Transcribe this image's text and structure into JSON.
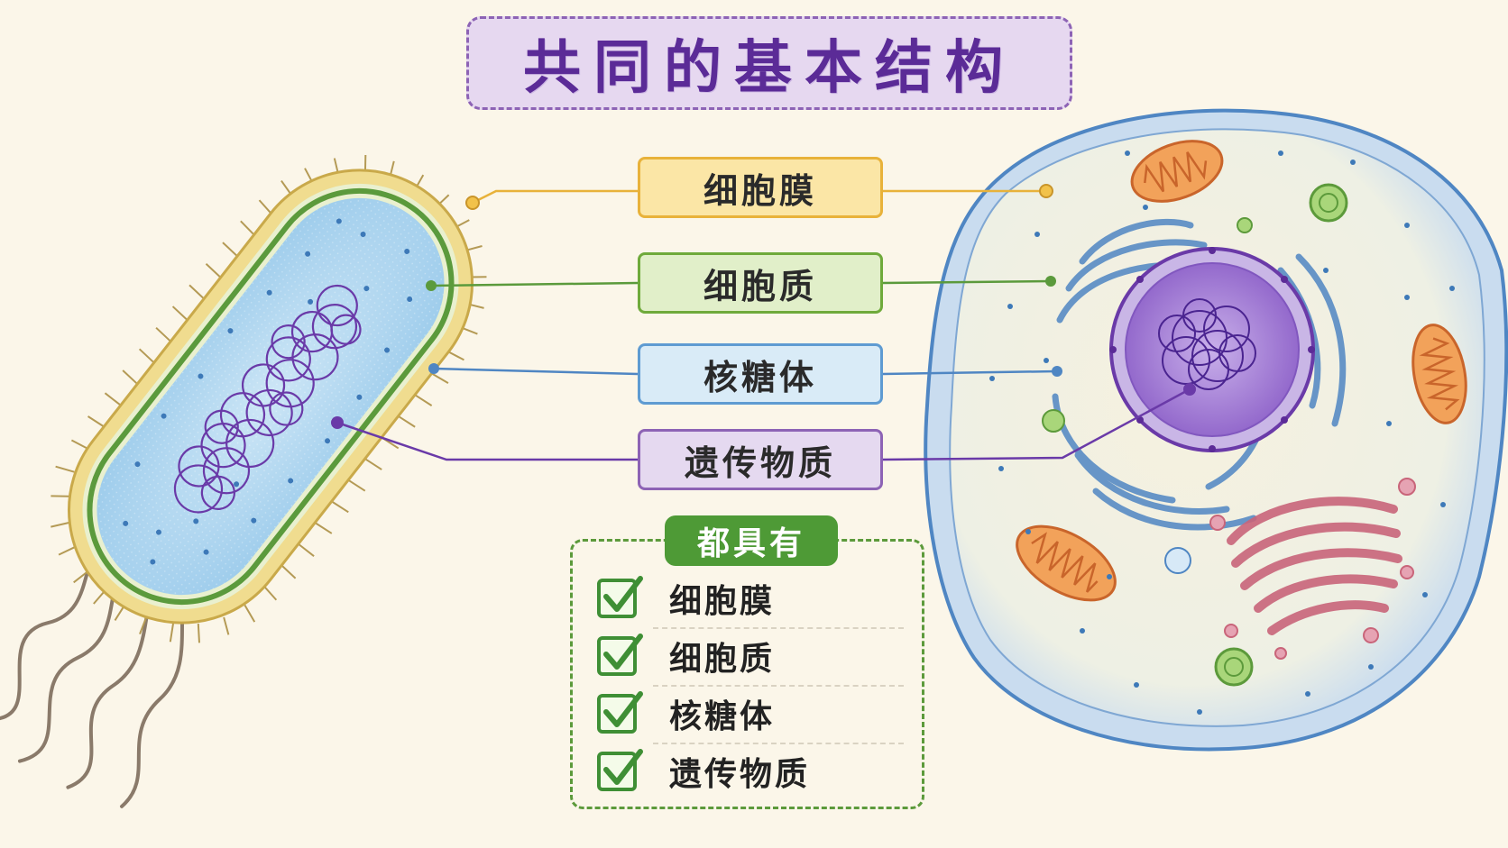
{
  "title": "共同的基本结构",
  "labels": {
    "membrane": "细胞膜",
    "cytoplasm": "细胞质",
    "ribosome": "核糖体",
    "genetic_material": "遗传物质"
  },
  "summary": {
    "title": "都具有",
    "items": [
      "细胞膜",
      "细胞质",
      "核糖体",
      "遗传物质"
    ]
  },
  "colors": {
    "membrane": "#e8b23a",
    "cytoplasm": "#6faa3b",
    "ribosome": "#5e9bd2",
    "genetic_material": "#7b3fa6",
    "check": "#3f8f35"
  }
}
